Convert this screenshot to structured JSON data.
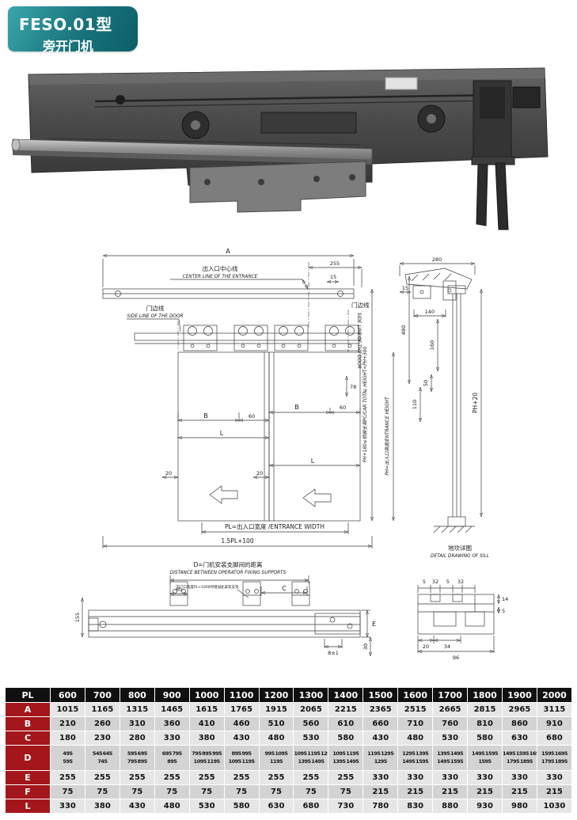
{
  "badge": {
    "model": "FESO.01型",
    "subtitle": "旁开门机"
  },
  "colors": {
    "badge_light": "#3aa6ab",
    "badge_mid": "#18747c",
    "badge_dark": "#0d5f68",
    "head_black": "#101010",
    "row_red": "#a3161b",
    "cell_a": "#e6e6e6",
    "cell_b": "#d3d3d3"
  },
  "drawing": {
    "labels": {
      "a": "A",
      "b": "B",
      "l": "L",
      "c": "C",
      "e": "E",
      "d15": "15",
      "d20": "20",
      "d60": "60",
      "d78": "78",
      "d110": "110",
      "d140": "140",
      "d155": "155",
      "d160": "160",
      "d255": "255",
      "d280": "280",
      "d30": "30",
      "d480": "480",
      "d50": "50",
      "d8": "8±1",
      "center_cn": "出入口中心线",
      "center_en": "CENTER LINE OF THE ENTRANCE",
      "doorline_cn": "门边线",
      "doorline_en": "SIDE LINE OF THE DOOR",
      "car_height": "PH+180≤轿厢全高PC/CAR TOTAL HEIGHT<PH+300",
      "entrance_height": "PH=出入口高度/ENTRANCE HEIGHT",
      "ph20": "PH+20",
      "pl_width": "PL=出入口宽度 /ENTRANCE WIDTH",
      "pl15": "1.5PL+100",
      "d_title_cn": "D=门机安装支脚间的距离",
      "d_title_en": "DISTANCE BETWEEN OPERATOR FIXING SUPPORTS",
      "support_note": "当门口宽度PL>1000时增加此安装支架",
      "sill_title_cn": "地坎详图",
      "sill_title_en": "DETAIL DRAWING OF SILL",
      "s5": "5",
      "s32": "32",
      "s14": "14",
      "s20": "20",
      "s34": "34",
      "s96": "96"
    }
  },
  "table": {
    "header_label": "PL",
    "columns": [
      "600",
      "700",
      "800",
      "900",
      "1000",
      "1100",
      "1200",
      "1300",
      "1400",
      "1500",
      "1600",
      "1700",
      "1800",
      "1900",
      "2000"
    ],
    "rows": [
      {
        "label": "A",
        "values": [
          "1015",
          "1165",
          "1315",
          "1465",
          "1615",
          "1765",
          "1915",
          "2065",
          "2215",
          "2365",
          "2515",
          "2665",
          "2815",
          "2965",
          "3115"
        ]
      },
      {
        "label": "B",
        "values": [
          "210",
          "260",
          "310",
          "360",
          "410",
          "460",
          "510",
          "560",
          "610",
          "660",
          "710",
          "760",
          "810",
          "860",
          "910"
        ]
      },
      {
        "label": "C",
        "values": [
          "180",
          "230",
          "280",
          "330",
          "380",
          "430",
          "480",
          "530",
          "580",
          "430",
          "480",
          "530",
          "580",
          "630",
          "680"
        ]
      },
      {
        "label": "D",
        "values_top": [
          "495",
          "545 645",
          "595 695",
          "695 795",
          "795 895 995",
          "895 995",
          "995 1095",
          "1095 1195 1295",
          "1095 1195",
          "1195 1295",
          "1295 1395",
          "1395 1495",
          "1495 1595",
          "1495 1595 1695",
          "1595 1695"
        ],
        "values_bottom": [
          "595",
          "745",
          "795 895",
          "895",
          "1095 1195",
          "1095 1195",
          "1195",
          "1395 1495",
          "1395 1495",
          "1295",
          "1495 1595",
          "1495 1595",
          "1595",
          "1795 1895",
          "1795 1895"
        ]
      },
      {
        "label": "E",
        "values": [
          "255",
          "255",
          "255",
          "255",
          "255",
          "255",
          "255",
          "255",
          "255",
          "330",
          "330",
          "330",
          "330",
          "330",
          "330"
        ]
      },
      {
        "label": "F",
        "values": [
          "75",
          "75",
          "75",
          "75",
          "75",
          "75",
          "75",
          "75",
          "75",
          "215",
          "215",
          "215",
          "215",
          "215",
          "215"
        ]
      },
      {
        "label": "L",
        "values": [
          "330",
          "380",
          "430",
          "480",
          "530",
          "580",
          "630",
          "680",
          "730",
          "780",
          "830",
          "880",
          "930",
          "980",
          "1030"
        ]
      }
    ]
  }
}
